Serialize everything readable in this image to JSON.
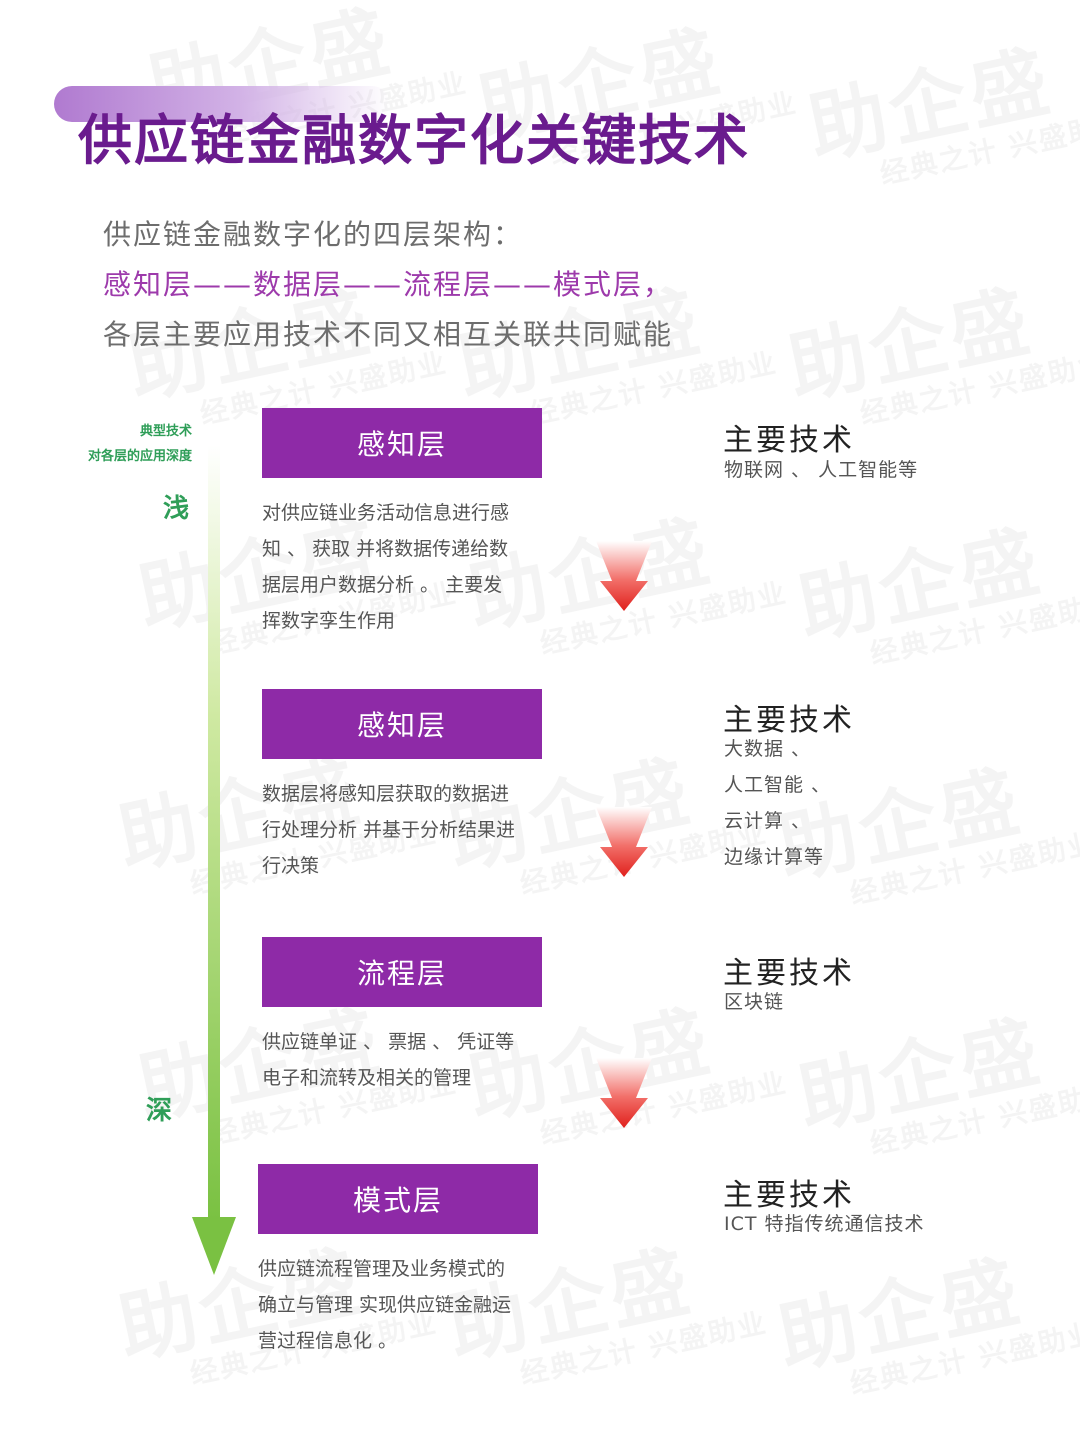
{
  "title": "供应链金融数字化关键技术",
  "intro": {
    "line1": "供应链金融数字化的四层架构：",
    "line2": "感知层——数据层——流程层——模式层，",
    "line3": "各层主要应用技术不同又相互关联共同赋能"
  },
  "legend": {
    "line1": "典型技术",
    "line2": "对各层的应用深度",
    "shallow": "浅",
    "deep": "深"
  },
  "layers": [
    {
      "name": "感知层",
      "desc": [
        "对供应链业务活动信息进行感",
        "知 、 获取 并将数据传递给数",
        "据层用户数据分析 。 主要发",
        "挥数字孪生作用"
      ],
      "tech_title": "主要技术",
      "tech": [
        "物联网 、 人工智能等"
      ]
    },
    {
      "name": "感知层",
      "desc": [
        "数据层将感知层获取的数据进",
        "行处理分析 并基于分析结果进",
        "行决策"
      ],
      "tech_title": "主要技术",
      "tech": [
        "大数据 、",
        "人工智能 、",
        "云计算 、",
        "边缘计算等"
      ]
    },
    {
      "name": "流程层",
      "desc": [
        "供应链单证 、 票据 、 凭证等",
        "电子和流转及相关的管理"
      ],
      "tech_title": "主要技术",
      "tech": [
        "区块链"
      ]
    },
    {
      "name": "模式层",
      "desc": [
        "供应链流程管理及业务模式的",
        "确立与管理 实现供应链金融运",
        "营过程信息化 。"
      ],
      "tech_title": "主要技术",
      "tech": [
        "ICT 特指传统通信技术"
      ]
    }
  ],
  "watermark": {
    "main": "助企盛",
    "sub": "经典之计  兴盛助业"
  },
  "colors": {
    "title": "#6a1b8e",
    "layer_box": "#8e2aa7",
    "intro_highlight": "#9d3aab",
    "depth_green": "#2f9e58",
    "arrow_red": "#e0201c"
  }
}
